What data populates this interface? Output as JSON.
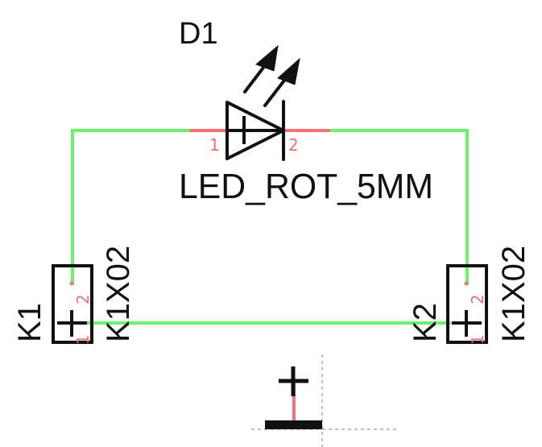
{
  "colors": {
    "background": "#ffffff",
    "wire": "#6cf26c",
    "pin": "#f47272",
    "symbol": "#111111",
    "origin_guides": "#999999"
  },
  "parts": {
    "d1": {
      "name": "D1",
      "value": "LED_ROT_5MM",
      "pin_left": "1",
      "pin_right": "2"
    },
    "k1": {
      "name": "K1",
      "value": "K1X02",
      "pin_top": "2",
      "pin_bottom": "1"
    },
    "k2": {
      "name": "K2",
      "value": "K1X02",
      "pin_top": "2",
      "pin_bottom": "1"
    }
  },
  "supply": {
    "symbol": "plus-ground"
  }
}
